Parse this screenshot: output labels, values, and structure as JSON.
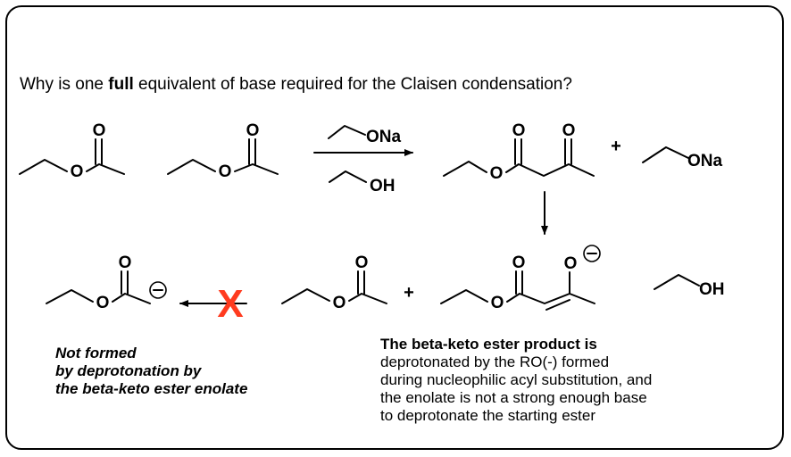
{
  "question": {
    "prefix": "Why is one ",
    "emphasis": "full",
    "suffix": " equivalent of base required for the Claisen condensation?"
  },
  "labels": {
    "oxygen": "O",
    "ona": "ONa",
    "oh": "OH",
    "plus": "+",
    "charge": "−",
    "blocked": "X"
  },
  "caption_left": {
    "line1": "Not formed",
    "line2": "by deprotonation by",
    "line3": "the beta-keto ester enolate"
  },
  "caption_right": {
    "line1": "The beta-keto ester product is",
    "line2": "deprotonated by the RO(-) formed",
    "line3": "during nucleophilic acyl substitution, and",
    "line4": "the enolate is not a strong enough base",
    "line5": "to deprotonate the starting ester"
  },
  "colors": {
    "blocked": "#ff3b1f",
    "ink": "#000000"
  }
}
